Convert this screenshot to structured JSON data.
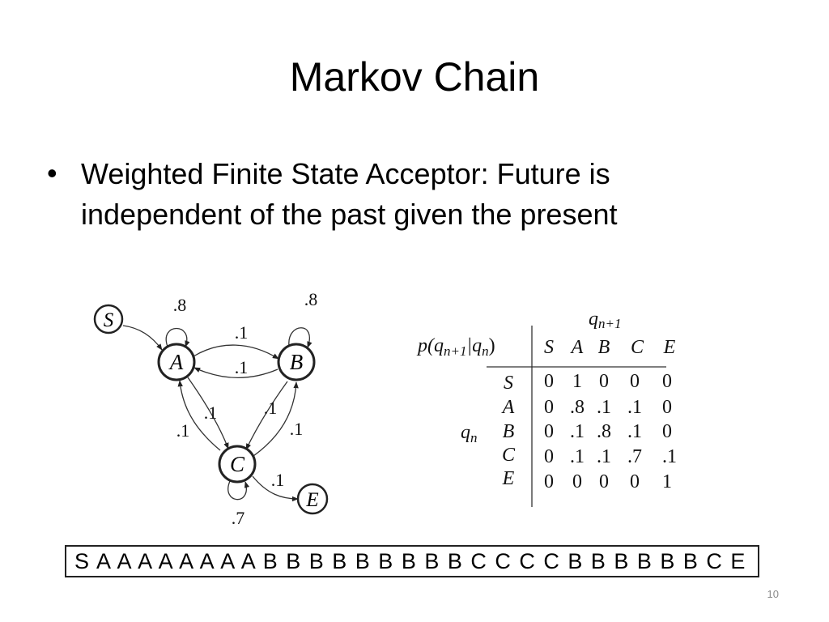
{
  "slide": {
    "title": "Markov Chain",
    "bullet": "Weighted Finite State Acceptor: Future is independent of the past given the present",
    "page_number": "10"
  },
  "diagram": {
    "states": [
      "S",
      "A",
      "B",
      "C",
      "E"
    ],
    "edge_labels": {
      "a_self": ".8",
      "b_self": ".8",
      "c_self": ".7",
      "a_to_b": ".1",
      "b_to_a": ".1",
      "a_to_c": ".1",
      "c_to_a": ".1",
      "b_to_c": ".1",
      "c_to_b": ".1",
      "c_to_e": ".1"
    }
  },
  "table": {
    "expression": {
      "p": "p(q",
      "n1": "n+1",
      "given": "|q",
      "n": "n",
      "close": ")"
    },
    "col_header": {
      "q": "q",
      "sub": "n+1"
    },
    "row_header": {
      "q": "q",
      "sub": "n"
    },
    "columns": [
      "S",
      "A",
      "B",
      "C",
      "E"
    ],
    "rows": [
      {
        "label": "S",
        "values": [
          "0",
          "1",
          "0",
          "0",
          "0"
        ]
      },
      {
        "label": "A",
        "values": [
          "0",
          ".8",
          ".1",
          ".1",
          "0"
        ]
      },
      {
        "label": "B",
        "values": [
          "0",
          ".1",
          ".8",
          ".1",
          "0"
        ]
      },
      {
        "label": "C",
        "values": [
          "0",
          ".1",
          ".1",
          ".7",
          ".1"
        ]
      },
      {
        "label": "E",
        "values": [
          "0",
          "0",
          "0",
          "0",
          "1"
        ]
      }
    ]
  },
  "sequence": "S A A A A A A A A B B B B B B B B B C C C C B B B B B B C E"
}
